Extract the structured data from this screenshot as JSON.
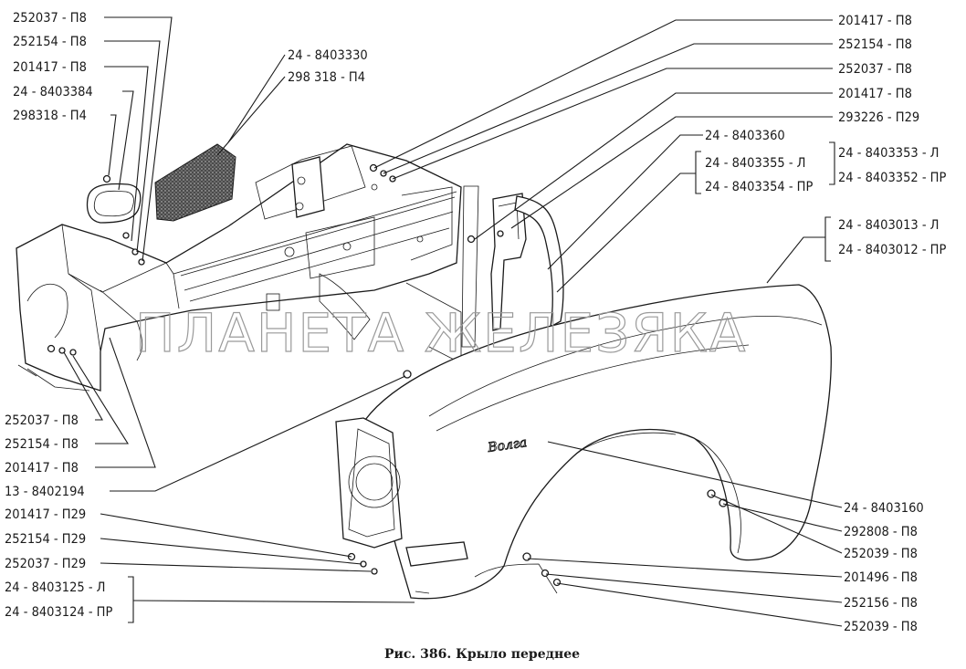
{
  "caption": "Рис. 386. Крыло переднее",
  "watermark": "ПЛАНЕТА ЖЕЛЕЗЯКА",
  "badge_text": "Волга",
  "labels": {
    "l01": "252037 - П8",
    "l02": "252154 - П8",
    "l03": "201417 - П8",
    "l04": "24 - 8403384",
    "l05": "298318 - П4",
    "l06": "24 - 8403330",
    "l07": "298 318 - П4",
    "l08": "252037 - П8",
    "l09": "252154 - П8",
    "l10": "201417 - П8",
    "l11": "13 - 8402194",
    "l12": "201417 - П29",
    "l13": "252154 - П29",
    "l14": "252037 - П29",
    "l15": "24 - 8403125 - Л",
    "l16": "24 - 8403124 - ПР",
    "r01": "201417 - П8",
    "r02": "252154 - П8",
    "r03": "252037 - П8",
    "r04": "201417 - П8",
    "r05": "293226 - П29",
    "r06": "24 - 8403360",
    "r07": "24 - 8403355 - Л",
    "r08": "24 - 8403354 - ПР",
    "r09": "24 - 8403353 - Л",
    "r10": "24 - 8403352 - ПР",
    "r11": "24 - 8403013 - Л",
    "r12": "24 - 8403012 - ПР",
    "r13": "24 - 8403160",
    "r14": "292808 - П8",
    "r15": "252039 - П8",
    "r16": "201496 - П8",
    "r17": "252156 - П8",
    "r18": "252039 - П8"
  }
}
